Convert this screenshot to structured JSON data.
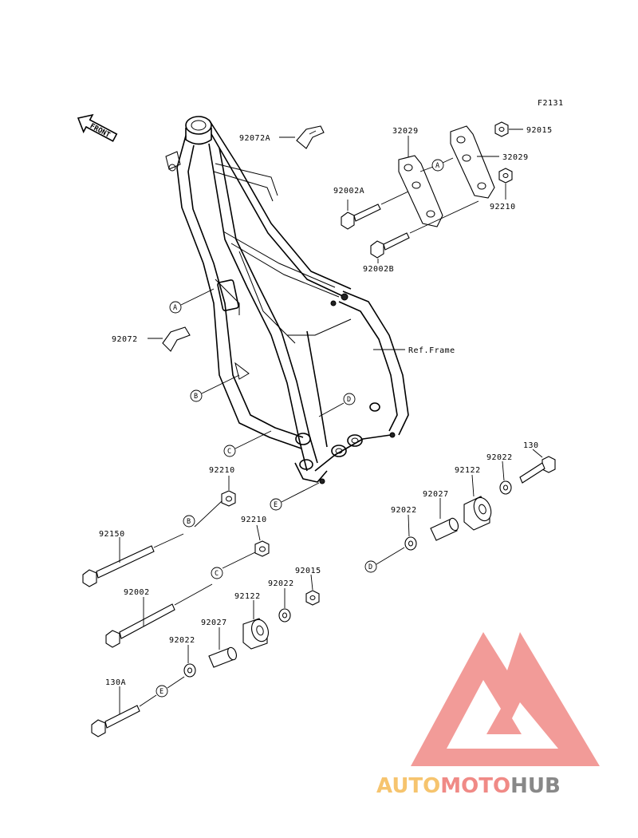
{
  "diagram": {
    "code": "F2131",
    "front_label": "FRONT",
    "ref_label": "Ref.Frame",
    "refs": {
      "a": "A",
      "b": "B",
      "c": "C",
      "d": "D",
      "e": "E"
    },
    "parts": {
      "p92072A": "92072A",
      "p92072": "92072",
      "p32029_top": "32029",
      "p32029_right": "32029",
      "p92015_top": "92015",
      "p92002A": "92002A",
      "p92210_top": "92210",
      "p92002B": "92002B",
      "p92210_mid": "92210",
      "p92150": "92150",
      "p92210_low": "92210",
      "p92002": "92002",
      "p92015_low": "92015",
      "p92022_low": "92022",
      "p92122_low": "92122",
      "p92027_low": "92027",
      "p92022_left": "92022",
      "p130A": "130A",
      "p130": "130",
      "p92022_right": "92022",
      "p92122_right": "92122",
      "p92027_right": "92027",
      "p92022_rightlow": "92022"
    }
  },
  "watermark": {
    "part1": "AUTO",
    "part2": "MOTO",
    "part3": "HUB",
    "colors": {
      "auto": "#f6c46e",
      "moto": "#f08a86",
      "hub": "#888888",
      "logo": "#f08a86"
    }
  }
}
